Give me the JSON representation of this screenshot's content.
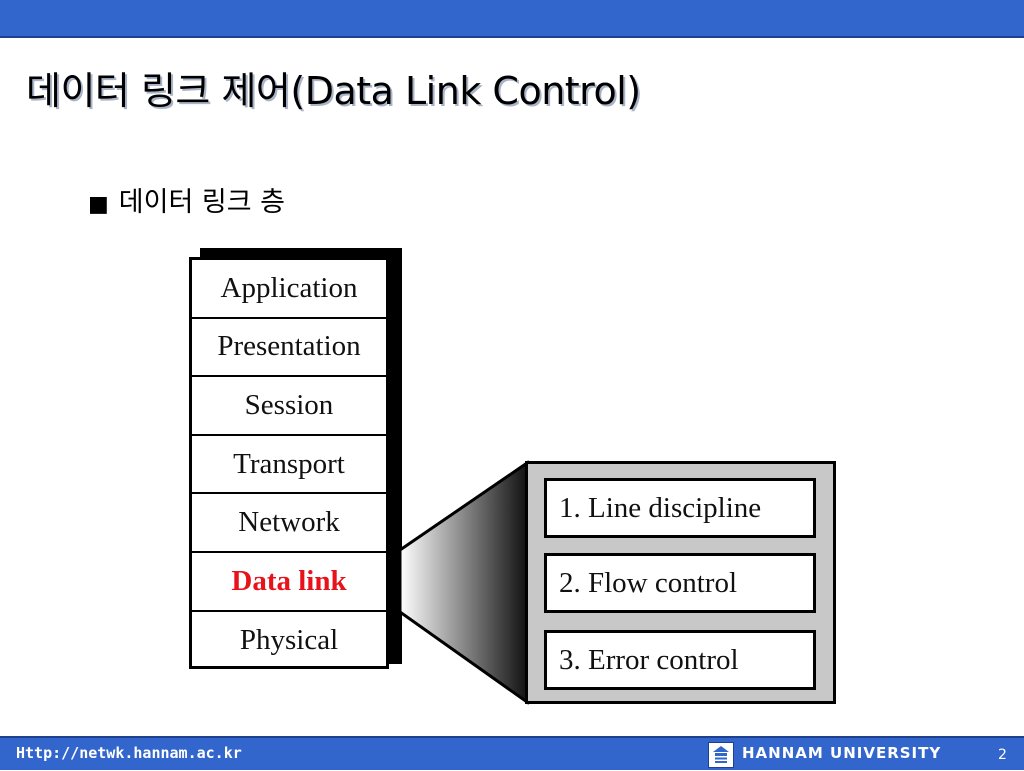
{
  "title": "데이터 링크 제어(Data Link Control)",
  "bullet": {
    "mark": "■",
    "text": "데이터 링크 층"
  },
  "osi_layers": [
    "Application",
    "Presentation",
    "Session",
    "Transport",
    "Network",
    "Data link",
    "Physical"
  ],
  "highlight_color": "#e8121a",
  "functions": [
    "1. Line discipline",
    "2. Flow control",
    "3. Error control"
  ],
  "footer": {
    "url": "Http://netwk.hannam.ac.kr",
    "university": "HANNAM  UNIVERSITY",
    "page": "2"
  },
  "colors": {
    "bar": "#3366cc",
    "panel": "#c8c8c8"
  }
}
